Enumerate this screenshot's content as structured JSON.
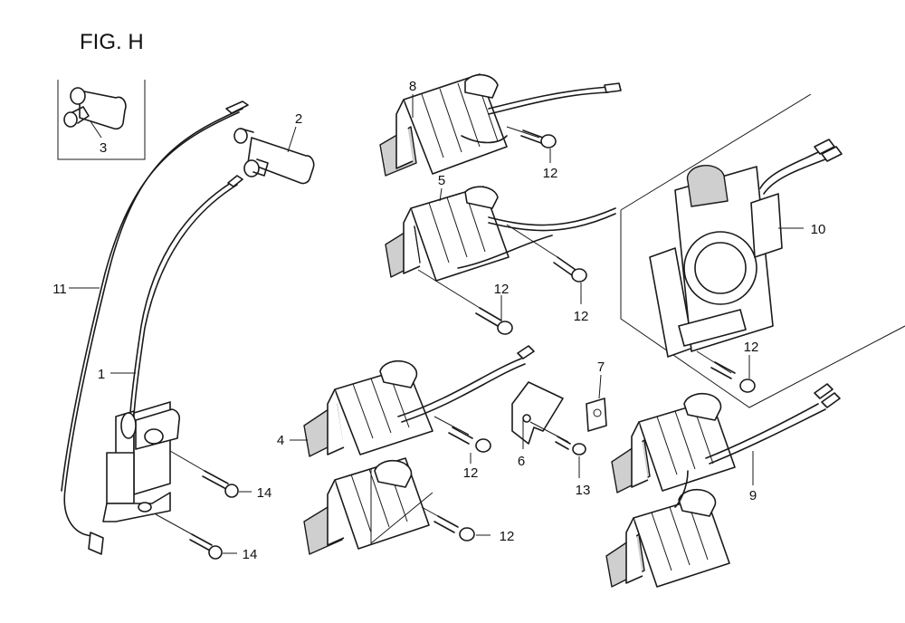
{
  "figure": {
    "title": "FIG. H"
  },
  "callouts": [
    {
      "id": "1",
      "text": "1"
    },
    {
      "id": "2",
      "text": "2"
    },
    {
      "id": "3",
      "text": "3"
    },
    {
      "id": "4",
      "text": "4"
    },
    {
      "id": "5",
      "text": "5"
    },
    {
      "id": "6",
      "text": "6"
    },
    {
      "id": "7",
      "text": "7"
    },
    {
      "id": "8",
      "text": "8"
    },
    {
      "id": "9",
      "text": "9"
    },
    {
      "id": "10",
      "text": "10"
    },
    {
      "id": "11",
      "text": "11"
    },
    {
      "id": "12a",
      "text": "12"
    },
    {
      "id": "12b",
      "text": "12"
    },
    {
      "id": "12c",
      "text": "12"
    },
    {
      "id": "12d",
      "text": "12"
    },
    {
      "id": "12e",
      "text": "12"
    },
    {
      "id": "12f",
      "text": "12"
    },
    {
      "id": "12g",
      "text": "12"
    },
    {
      "id": "13",
      "text": "13"
    },
    {
      "id": "14a",
      "text": "14"
    },
    {
      "id": "14b",
      "text": "14"
    }
  ]
}
